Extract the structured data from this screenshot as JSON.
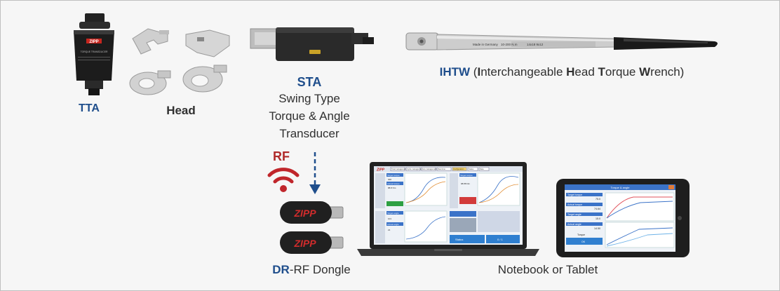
{
  "tta": {
    "label": "TTA",
    "body_logo": "ZIPP",
    "body_text": "TORQUE TRANSDUCER"
  },
  "head": {
    "label": "Head"
  },
  "sta": {
    "abbr": "STA",
    "line1": "Swing Type",
    "line2": "Torque & Angle",
    "line3": "Transducer"
  },
  "ihtw": {
    "parts": [
      {
        "t": "IHTW",
        "b": true
      },
      {
        "t": " (",
        "b": false
      },
      {
        "t": "I",
        "b": true
      },
      {
        "t": "nterchangeable ",
        "b": false
      },
      {
        "t": "H",
        "b": true
      },
      {
        "t": "ead ",
        "b": false
      },
      {
        "t": "T",
        "b": true
      },
      {
        "t": "orque ",
        "b": false
      },
      {
        "t": "W",
        "b": true
      },
      {
        "t": "rench)",
        "b": false
      }
    ],
    "engraving1": "Made in Germany",
    "engraving2": "10-200 N.m",
    "engraving3": "14x18 9x12"
  },
  "rf": {
    "label": "RF"
  },
  "dongle": {
    "abbr": "DR",
    "rest": "-RF Dongle",
    "logo": "ZIPP"
  },
  "devices": {
    "label": "Notebook or Tablet"
  },
  "notebook_screen": {
    "logo": "ZIPP",
    "tabs": [
      "Total management",
      "Cycle management",
      "Fan management",
      "Real time",
      "Configuration",
      "Status",
      "Data"
    ],
    "panel_labels": [
      "Target torque",
      "Actual torque",
      "Target angle",
      "Actual angle"
    ],
    "values": [
      "300",
      "88.8 Nm",
      "98.88 Nm",
      "101",
      "21",
      "0 / 1"
    ],
    "status": "Status"
  },
  "tablet_screen": {
    "title": "Torque & angle",
    "rows": [
      {
        "label": "Target torque",
        "value": "75.0"
      },
      {
        "label": "Actual torque",
        "value": "74.64"
      },
      {
        "label": "Target angle",
        "value": "15.0"
      },
      {
        "label": "Actual angle",
        "value": "14.50"
      },
      {
        "label": "Torque",
        "value": "OK"
      }
    ]
  },
  "colors": {
    "accent_blue": "#1f4e8c",
    "rf_red": "#b02a2a",
    "arrow": "#1f4e8c",
    "background": "#f6f6f6"
  }
}
